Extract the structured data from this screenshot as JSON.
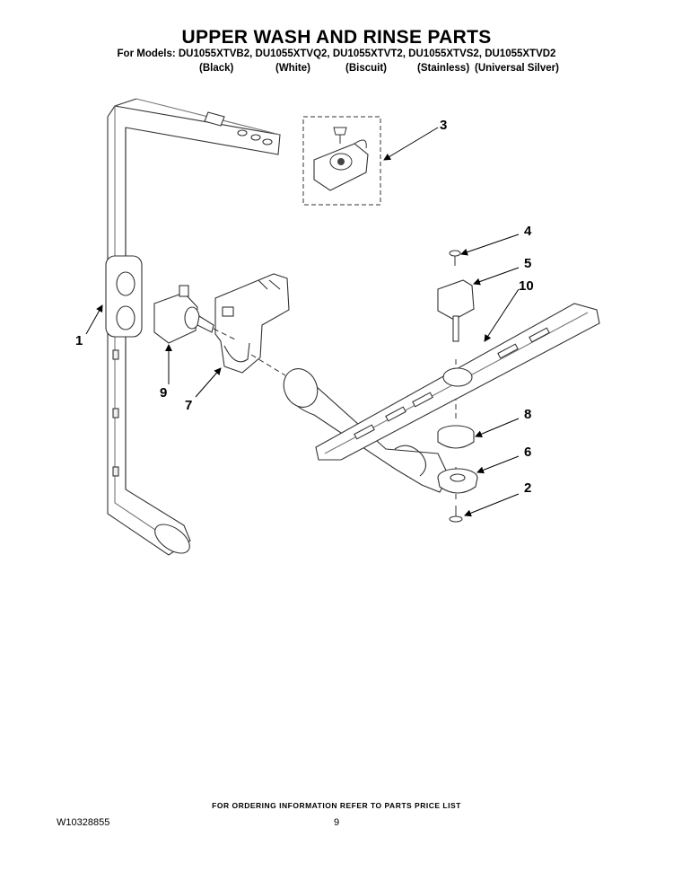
{
  "header": {
    "title": "UPPER WASH AND RINSE PARTS",
    "models_line": "For Models: DU1055XTVB2, DU1055XTVQ2, DU1055XTVT2, DU1055XTVS2, DU1055XTVD2",
    "colors": [
      "(Black)",
      "(White)",
      "(Biscuit)",
      "(Stainless)",
      "(Universal Silver)"
    ]
  },
  "callouts": [
    "1",
    "2",
    "3",
    "4",
    "5",
    "6",
    "7",
    "8",
    "9",
    "10"
  ],
  "footer": {
    "note": "FOR ORDERING INFORMATION REFER TO PARTS PRICE LIST",
    "doc_number": "W10328855",
    "page_number": "9"
  }
}
